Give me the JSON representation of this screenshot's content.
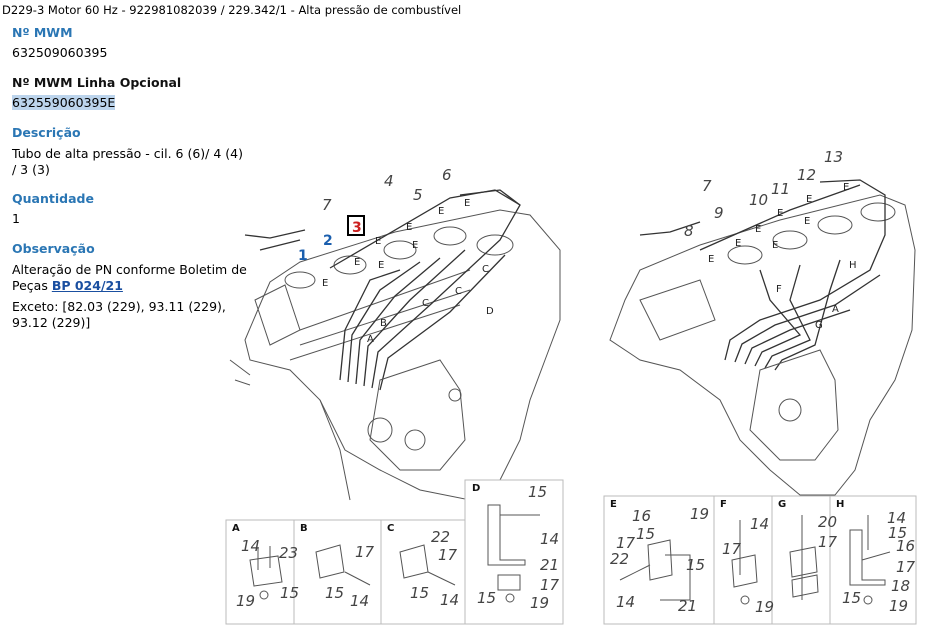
{
  "breadcrumb": "D229-3 Motor 60 Hz - 922981082039  /  229.342/1 - Alta pressão de combustível",
  "fields": {
    "mwm_label": "Nº MWM",
    "mwm_value": "632509060395",
    "opt_label": "Nº MWM Linha Opcional",
    "opt_value": "632559060395E",
    "desc_label": "Descrição",
    "desc_value": "Tubo de alta pressão - cil. 6 (6)/ 4 (4) / 3 (3)",
    "qty_label": "Quantidade",
    "qty_value": "1",
    "obs_label": "Observação",
    "obs_text": "Alteração de PN conforme Boletim de Peças",
    "obs_link": "BP 024/21",
    "obs_except": "Exceto: [82.03 (229), 93.11 (229), 93.12 (229)]"
  },
  "diagram": {
    "callout_1": "1",
    "callout_2": "2",
    "callout_3": "3",
    "left_nums": [
      "7",
      "4",
      "5",
      "6"
    ],
    "left_letters": [
      "E",
      "E",
      "E",
      "E",
      "E",
      "E",
      "E",
      "E",
      "C",
      "C",
      "C",
      "B",
      "A",
      "D"
    ],
    "right_nums": [
      "13",
      "12",
      "11",
      "10",
      "7",
      "9",
      "8"
    ],
    "right_letters": [
      "E",
      "E",
      "E",
      "E",
      "E",
      "E",
      "E",
      "E",
      "H",
      "F",
      "G",
      "A"
    ],
    "detail_A": {
      "title": "A",
      "nums": [
        "14",
        "23",
        "19",
        "15"
      ]
    },
    "detail_B": {
      "title": "B",
      "nums": [
        "17",
        "15",
        "14"
      ]
    },
    "detail_C": {
      "title": "C",
      "nums": [
        "22",
        "17",
        "15",
        "14"
      ]
    },
    "detail_D": {
      "title": "D",
      "nums": [
        "15",
        "14",
        "21",
        "17",
        "15",
        "19"
      ]
    },
    "detail_E": {
      "title": "E",
      "nums": [
        "16",
        "19",
        "15",
        "17",
        "22",
        "15",
        "14",
        "21"
      ]
    },
    "detail_F": {
      "title": "F",
      "nums": [
        "14",
        "17",
        "19"
      ]
    },
    "detail_G": {
      "title": "G",
      "nums": [
        "20",
        "17"
      ]
    },
    "detail_H": {
      "title": "H",
      "nums": [
        "14",
        "15",
        "16",
        "17",
        "18",
        "15",
        "19"
      ]
    }
  },
  "colors": {
    "label_blue": "#2a76b4",
    "link_blue": "#1a4fa0",
    "callout_blue": "#1b5fae",
    "callout_red": "#cc1f1f",
    "selection": "#bcd4ec"
  }
}
